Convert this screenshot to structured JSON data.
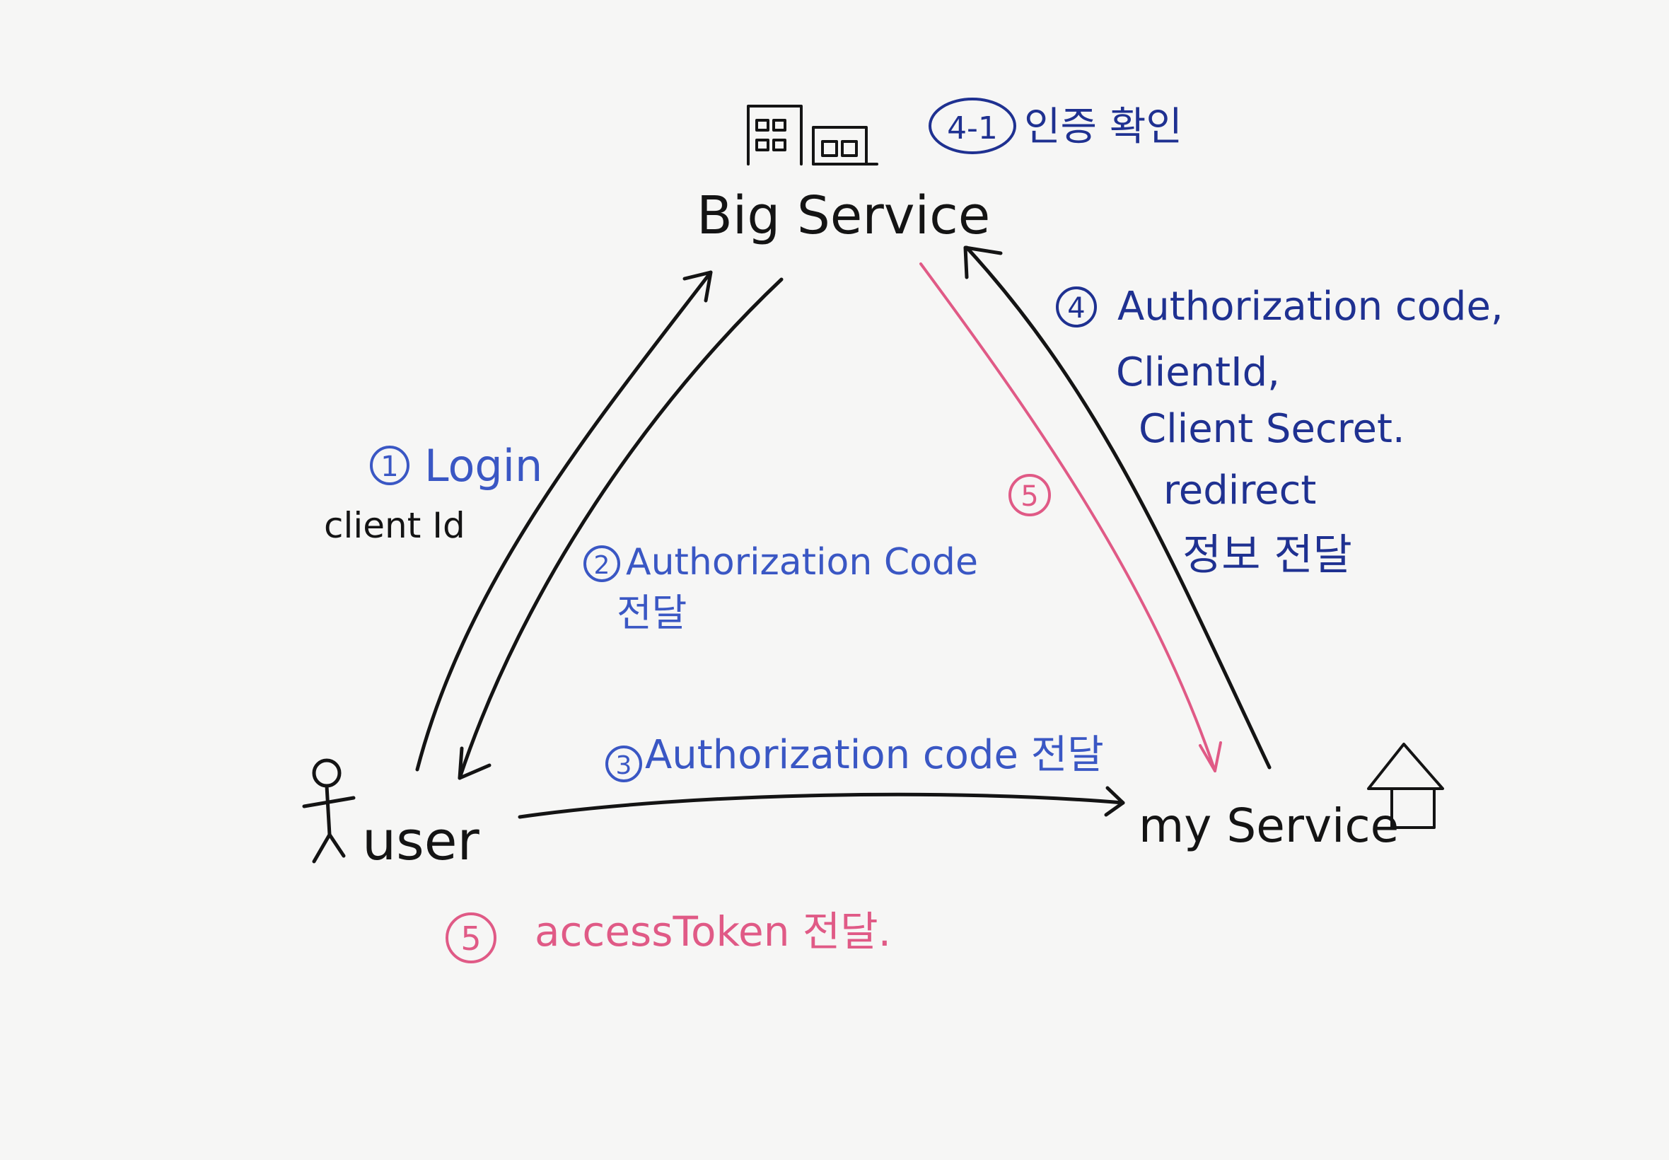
{
  "nodes": {
    "big_service": "Big Service",
    "user": "user",
    "my_service": "my Service"
  },
  "steps": {
    "step1": {
      "num": "1",
      "label": "Login",
      "sub": "client Id"
    },
    "step2": {
      "num": "2",
      "line1": "Authorization Code",
      "line2": "전달"
    },
    "step3": {
      "num": "3",
      "label": "Authorization code 전달"
    },
    "step4": {
      "num": "4",
      "lines": [
        "Authorization code,",
        "ClientId,",
        "Client Secret.",
        "redirect",
        "정보 전달"
      ]
    },
    "step4_1": {
      "num": "4-1",
      "label": "인증 확인"
    },
    "step5_arrow": {
      "num": "5"
    },
    "step5_bottom": {
      "num": "5",
      "label": "accessToken 전달."
    }
  },
  "icons": [
    "building-icon",
    "house-icon",
    "stick-figure-icon"
  ],
  "colors": {
    "black": "#141414",
    "blue": "#3a57c4",
    "navy": "#1f3191",
    "pink": "#e05a86"
  }
}
